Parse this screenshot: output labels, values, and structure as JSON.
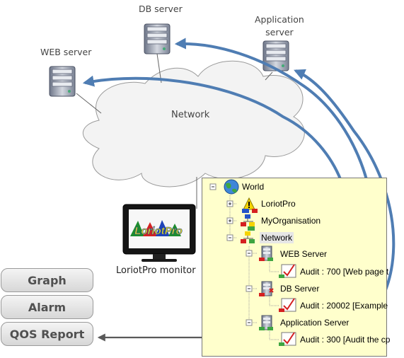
{
  "labels": {
    "db_server": "DB server",
    "application_server": [
      "Application",
      "server"
    ],
    "web_server": "WEB server",
    "network": "Network",
    "monitor": "LoriotPro monitor",
    "monitor_logo": "LoriotPro"
  },
  "side_buttons": {
    "graph": "Graph",
    "alarm": "Alarm",
    "qos_report": "QOS Report"
  },
  "tree": {
    "root": "World",
    "loriotpro": "LoriotPro",
    "organisation": "MyOrganisation",
    "network": "Network",
    "web_server": "WEB Server",
    "web_audit": "Audit : 700 [Web page t",
    "db_server": "DB Server",
    "db_audit": "Audit : 20002 [Example",
    "app_server": "Application Server",
    "app_audit": "Audit : 300 [Audit the cp"
  },
  "colors": {
    "arrow": "#4f7db3",
    "tree_background": "#ffffcc",
    "button_text": "#505050",
    "cloud_fill": "#f3f3f3"
  }
}
